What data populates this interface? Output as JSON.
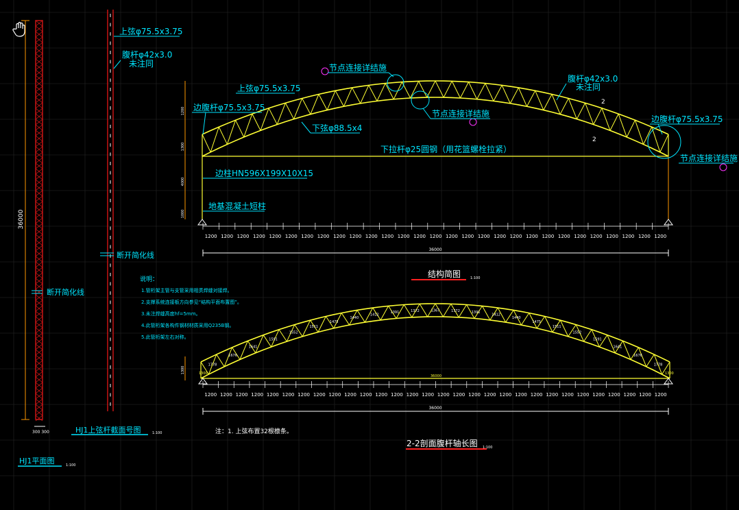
{
  "colors": {
    "background": "#000000",
    "grid": "#262626",
    "truss": "#ffff33",
    "annotation": "#00e5ff",
    "dimension": "#ffffff",
    "column": "#d01818",
    "underline": "#ff2020",
    "marker": "#ff33ff"
  },
  "icons": {
    "pan_tool": "hand-pan-icon"
  },
  "plan": {
    "height_dim": "36000",
    "break_line_label": "断开简化线",
    "foot_dims": "300 300",
    "title": "HJ1平面图",
    "scale": "1:100"
  },
  "chord_section": {
    "top_chord": "上弦φ75.5x3.75",
    "web": "腹杆φ42x3.0",
    "web_note": "未注同",
    "break_line_label": "断开简化线",
    "title": "HJ1上弦杆截面号图",
    "scale": "1:100"
  },
  "notes": {
    "heading": "说明：",
    "items": [
      "1.管桁架主管与支管采用相贯焊缝对接焊。",
      "2.支撑系统连接板方向参见“结构平面布置图”。",
      "3.未注焊缝高度hf=5mm。",
      "4.此管桁架各构件钢材材质采用Q235B钢。",
      "5.此管桁架左右对称。"
    ]
  },
  "elevation": {
    "top_chord": "上弦φ75.5x3.75",
    "web": "腹杆φ42x3.0",
    "web_note": "未注同",
    "side_web_left": "边腹杆φ75.5x3.75",
    "side_web_right": "边腹杆φ75.5x3.75",
    "bottom_chord": "下弦φ88.5x4",
    "tie_rod": "下拉杆φ25圆钢（用花篮螺栓拉紧）",
    "side_column": "边柱HN596X199X10X15",
    "short_column": "地基混凝土短柱",
    "node_detail_1": "节点连接详结施",
    "node_detail_2": "节点连接详结施",
    "node_detail_3": "节点连接详结施",
    "section_mark_upper": "2",
    "section_mark_lower": "2",
    "vertical_dims": [
      "1200",
      "1300",
      "4000",
      "1000"
    ],
    "bay_label": "1200",
    "bay_count": 29,
    "end_dim": "1200",
    "total": "36000",
    "title": "结构简图",
    "scale": "1:100"
  },
  "section22": {
    "height_dim": "1300",
    "base_dim": "36000",
    "bay_label": "1200",
    "bay_count": 30,
    "total": "36000",
    "web_lengths": [
      "1778",
      "1676",
      "1641",
      "1591",
      "1552",
      "1511",
      "1475",
      "1440",
      "1412",
      "1391",
      "1372",
      "1367",
      "1372",
      "1391",
      "1412",
      "1440",
      "1475",
      "1511",
      "1552",
      "1591",
      "1641",
      "1676",
      "1778"
    ],
    "end_label_left": "1300",
    "end_label_right": "1300",
    "foot_note": "注：1.   上弦布置32根檩条。",
    "title": "2-2剖面腹杆轴长图",
    "scale": "1:100"
  }
}
